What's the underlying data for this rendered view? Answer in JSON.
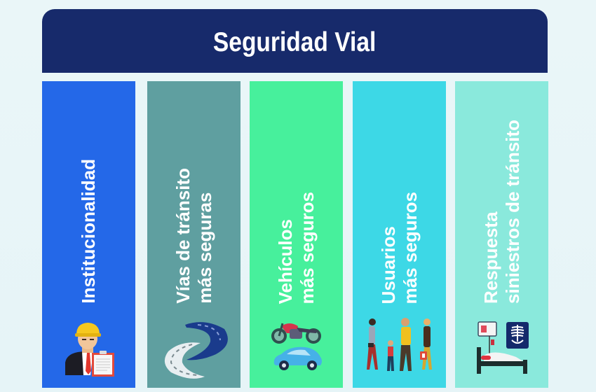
{
  "header": {
    "title": "Seguridad Vial",
    "color": "#172a6b"
  },
  "columns": [
    {
      "lines": [
        "Institucionalidad"
      ],
      "color": "#2468e8",
      "icon": "engineer-with-clipboard-icon"
    },
    {
      "lines": [
        "Vías de tránsito",
        "más seguras"
      ],
      "color": "#5f9fa0",
      "icon": "winding-road-icon"
    },
    {
      "lines": [
        "Vehículos",
        "más seguros"
      ],
      "color": "#47f09c",
      "icon": "motorcycle-and-car-icon"
    },
    {
      "lines": [
        "Usuarios",
        "más seguros"
      ],
      "color": "#3dd8e6",
      "icon": "pedestrians-family-icon"
    },
    {
      "lines": [
        "Respuesta",
        "siniestros de tránsito"
      ],
      "color": "#8ae9dc",
      "icon": "hospital-bed-xray-icon"
    }
  ]
}
